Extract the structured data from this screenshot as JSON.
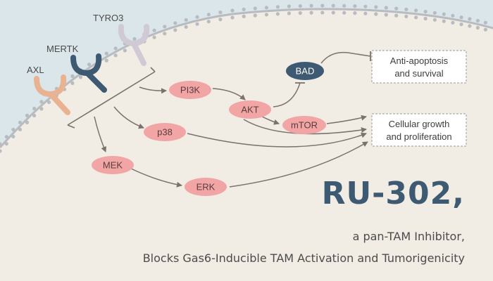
{
  "colors": {
    "extracellular": "#dbe6ea",
    "cell": "#f1ece4",
    "membrane": "#b8bcc0",
    "kinase": "#f1a5a5",
    "bad": "#3e5a73",
    "arrow": "#7a726c",
    "title": "#3e5a73",
    "axl": "#e9b392",
    "mertk": "#3e5a73",
    "tyro3": "#cfcad5"
  },
  "receptors": {
    "tyro3": "TYRO3",
    "mertk": "MERTK",
    "axl": "AXL"
  },
  "nodes": {
    "pi3k": "PI3K",
    "akt": "AKT",
    "bad": "BAD",
    "mtor": "mTOR",
    "p38": "p38",
    "mek": "MEK",
    "erk": "ERK"
  },
  "outcomes": {
    "survival": [
      "Anti-apoptosis",
      "and survival"
    ],
    "growth": [
      "Cellular growth",
      "and proliferation"
    ]
  },
  "title": "RU-302,",
  "subtitle_line1": "a pan-TAM Inhibitor,",
  "subtitle_line2": "Blocks Gas6-Inducible TAM Activation and Tumorigenicity"
}
